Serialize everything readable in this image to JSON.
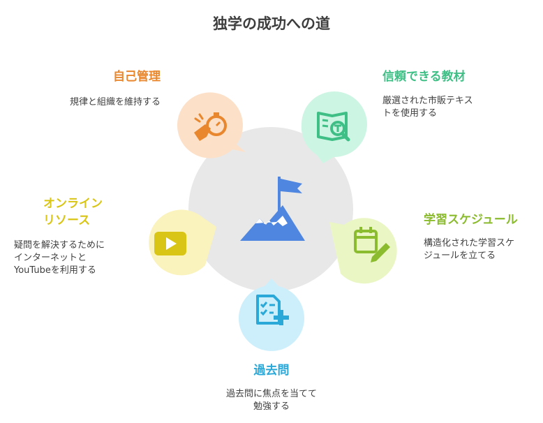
{
  "title": "独学の成功への道",
  "colors": {
    "center_circle": "#e8e8e8",
    "center_icon": "#4f86e0"
  },
  "center": {
    "icon": "mountain-flag-icon"
  },
  "nodes": [
    {
      "id": "self-management",
      "title": "自己管理",
      "description": "規律と組織を維持する",
      "icon": "hand-stopwatch-icon",
      "fill": "#fde0c8",
      "accent": "#e8872e"
    },
    {
      "id": "reliable-materials",
      "title": "信頼できる教材",
      "description": "厳選された市販テキス\nトを使用する",
      "icon": "book-magnifier-icon",
      "fill": "#cdf5e3",
      "accent": "#3fbf86"
    },
    {
      "id": "study-schedule",
      "title": "学習スケジュール",
      "description": "構造化された学習スケ\nジュールを立てる",
      "icon": "calendar-pencil-icon",
      "fill": "#eaf6c4",
      "accent": "#8bbb2e"
    },
    {
      "id": "past-exams",
      "title": "過去問",
      "description": "過去問に焦点を当てて\n勉強する",
      "icon": "checklist-plus-icon",
      "fill": "#cdeffc",
      "accent": "#2aa8d8"
    },
    {
      "id": "online-resources",
      "title": "オンライン\nリソース",
      "description": "疑問を解決するために\nインターネットと\nYouTubeを利用する",
      "icon": "video-play-icon",
      "fill": "#fbf3bd",
      "accent": "#d9c516"
    }
  ]
}
